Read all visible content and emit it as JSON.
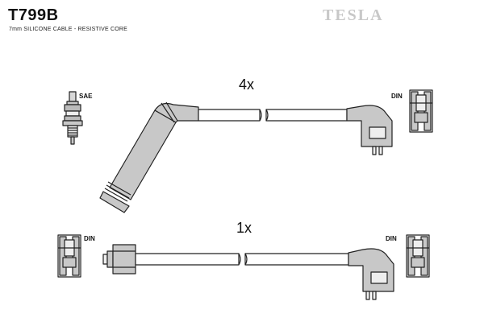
{
  "header": {
    "part_number": "T799B",
    "cable_spec": "7mm SILICONE CABLE - RESISTIVE CORE",
    "brand": "TESLA"
  },
  "leads": {
    "top_quantity": "4x",
    "bottom_quantity": "1x"
  },
  "labels": {
    "sae": "SAE",
    "din_top_right": "DIN",
    "din_bottom_left": "DIN",
    "din_bottom_right": "DIN"
  },
  "colors": {
    "fill": "#c8c8c8",
    "line": "#222222",
    "brand": "#c8c8c8"
  }
}
